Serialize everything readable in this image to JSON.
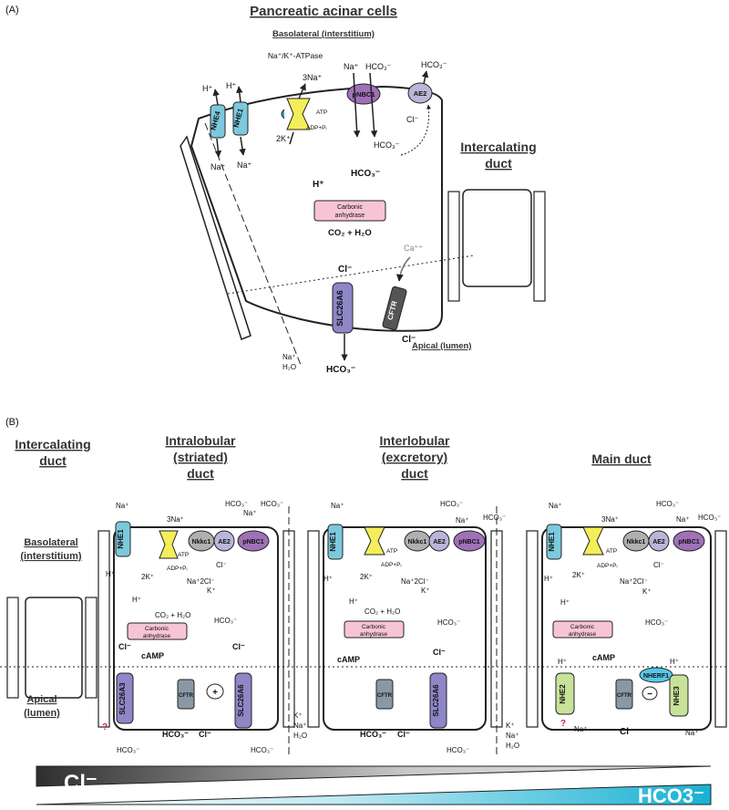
{
  "panel_a": {
    "label": "(A)",
    "title": "Pancreatic acinar cells",
    "basolateral": "Basolateral (interstitium)",
    "atpase": "Na⁺/K⁺-ATPase",
    "intercalating_line1": "Intercalating",
    "intercalating_line2": "duct",
    "apical": "Apical (lumen)",
    "transporters": {
      "nhe4": "NHE4",
      "nhe1": "NHE1",
      "pnbc1": "pNBC1",
      "ae2": "AE2",
      "slc26a6": "SLC26A6",
      "cftr": "CFTR",
      "ca": "Carbonic anhydrase"
    },
    "ions": {
      "h": "H⁺",
      "na": "Na⁺",
      "na3": "3Na⁺",
      "k2": "2K⁺",
      "atp": "ATP",
      "adp": "ADP+Pᵢ",
      "hco3": "HCO₃⁻",
      "cl": "Cl⁻",
      "ca2": "Ca⁺⁺",
      "co2h2o": "CO₂ + H₂O",
      "h2o": "H₂O"
    }
  },
  "panel_b": {
    "label": "(B)",
    "intercalating_line1": "Intercalating",
    "intercalating_line2": "duct",
    "intralobular": [
      "Intralobular",
      "(striated)",
      "duct"
    ],
    "interlobular": [
      "Interlobular",
      "(excretory)",
      "duct"
    ],
    "main_duct": "Main duct",
    "basolateral": [
      "Basolateral",
      "(interstitium)"
    ],
    "apical": [
      "Apical",
      "(lumen)"
    ],
    "transporters": {
      "nhe1": "NHE1",
      "nkkc1": "Nkkc1",
      "ae2": "AE2",
      "pnbc1": "pNBC1",
      "slc26a3": "SLC26A3",
      "slc26a6": "SLC26A6",
      "cftr": "CFTR",
      "nhe2": "NHE2",
      "nhe3": "NHE3",
      "nherf1": "NHERF1",
      "ca": "Carbonic anhydrase"
    },
    "ions": {
      "na": "Na⁺",
      "na3": "3Na⁺",
      "h": "H⁺",
      "k": "K⁺",
      "k2": "2K⁺",
      "hco3": "HCO₃⁻",
      "cl": "Cl⁻",
      "na2cl": "Na⁺2Cl⁻",
      "atp": "ATP",
      "adp": "ADP+Pᵢ",
      "camp": "cAMP",
      "co2h2o": "CO₂ + H₂O",
      "h2o": "H₂O",
      "q": "?",
      "plus": "+",
      "minus": "−"
    },
    "gradient_left": "Cl⁻",
    "gradient_right": "HCO3⁻"
  },
  "colors": {
    "nhe": "#7cc8dc",
    "atpase": "#f3ee5a",
    "pnbc1": "#a070b8",
    "ae2": "#b9b6d9",
    "nkkc1": "#b0b0b0",
    "slc26": "#8e86c6",
    "cftr": "#8a97a5",
    "ca": "#f7c4d6",
    "nhe_main": "#c9e29a",
    "nherf": "#58c7e6",
    "gradient_dark": "#333333",
    "gradient_light": "#17b1d3"
  }
}
